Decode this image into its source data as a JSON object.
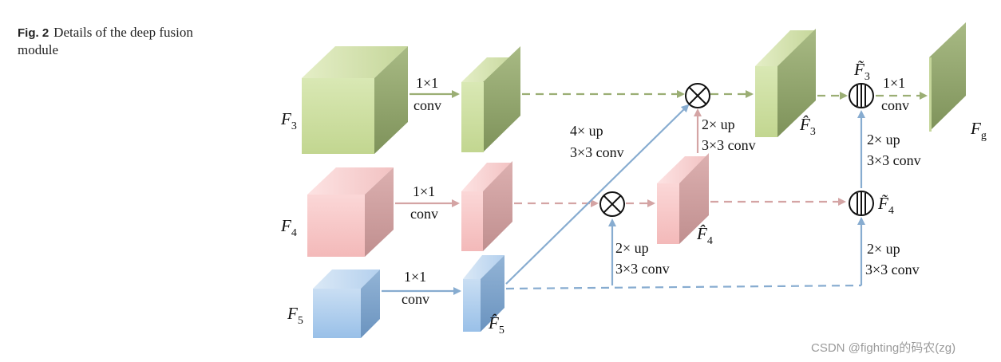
{
  "caption": {
    "fig_label": "Fig. 2",
    "text": "Details of the deep fusion module"
  },
  "labels": {
    "f3": "F",
    "f3_sub": "3",
    "f4": "F",
    "f4_sub": "4",
    "f5": "F",
    "f5_sub": "5",
    "f3hat": "F̂",
    "f3hat_sub": "3",
    "f4hat": "F̂",
    "f4hat_sub": "4",
    "f5hat": "F̂",
    "f5hat_sub": "5",
    "f3tilde": "F̃",
    "f3tilde_sub": "3",
    "f4tilde": "F̃",
    "f4tilde_sub": "4",
    "fg": "F",
    "fg_sub": "g"
  },
  "ops": {
    "conv1x1_a": "1×1",
    "conv1x1_b": "conv",
    "up4": "4× up",
    "up2": "2× up",
    "conv3x3": "3×3 conv"
  },
  "colors": {
    "green": "#c9dc9c",
    "green_dark": "#8ea36a",
    "pink": "#f7c6c6",
    "pink_dark": "#c99a9a",
    "blue": "#a9cdee",
    "blue_dark": "#7aa3cc",
    "arrow_green": "#9bae74",
    "arrow_pink": "#d4a4a4",
    "arrow_blue": "#87acd0"
  },
  "icons": {
    "multiply": "circle-times-icon",
    "concat": "circle-bars-icon"
  },
  "watermark": "CSDN @fighting的码农(zg)"
}
